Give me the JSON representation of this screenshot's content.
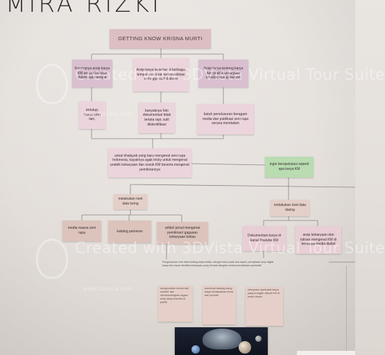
{
  "wall": {
    "title": "MIRA RIZKI"
  },
  "mindmap": {
    "title": "GETTING KNOW KRISNA MURTI",
    "level1": [
      "Kurangnya arsip karya KM untuk ditelusuri dalam satu tempat",
      "Arsip karya tersebar di berbagai tempat dan tidak terkonsolidasi sehingga sulit diakses",
      "Arsip karya tentang karya dan praktik kekaryaan tersebar cukup banyak"
    ],
    "level2": [
      "tertutup; harus tahu lain,",
      "banyaknya foto dokumentasi tidak tertata rapi; sulit diidentifikasi",
      "butuh penelusuran beragam media dan publikasi seni rupa secara mendalam"
    ],
    "middle_left": "untuk khalayak yang baru mengenal seni rupa Indonesia, kayaknya agak tricky untuk mengenal praktik kekaryaan dan sosok KM beserta mengenal pemikirannya",
    "middle_right": "ingin berspekulasi seperti apa karya KM",
    "riset_luring": "melakukan riset data luring",
    "riset_daring": "melakukan riset data daring",
    "bottom_row": [
      "media massa seni rupa",
      "katalog pameran",
      "artikel jurnal mengenai pemikiran/ gagasan kekaryaan beliau",
      "Dokumentasi karya di kanal Youtube KM",
      "arsip kekaryaan dan tulisan mengenai KM di berbagai media digital"
    ],
    "caption": "Pengumpulan riset data tentang karya beliau, dengan fokus pada dua aspek: penciptaan arsip digital karya dan visual identitas kekaryaan yang hendak diangkat melalui pendekatan spekulatif.",
    "notes": [
      "mengurutkan media dari sumber dan membandingkan ragam arsip yang tersedia di publik",
      "membuat katalog ulang karya berdasarkan tema dan periode",
      "menyusun spekulasi karya yang mungkin dibuat KM di masa depan"
    ]
  },
  "watermark": {
    "text": "Created with 3DVista Virtual Tour Suite",
    "url": "www.3dvista.com"
  }
}
